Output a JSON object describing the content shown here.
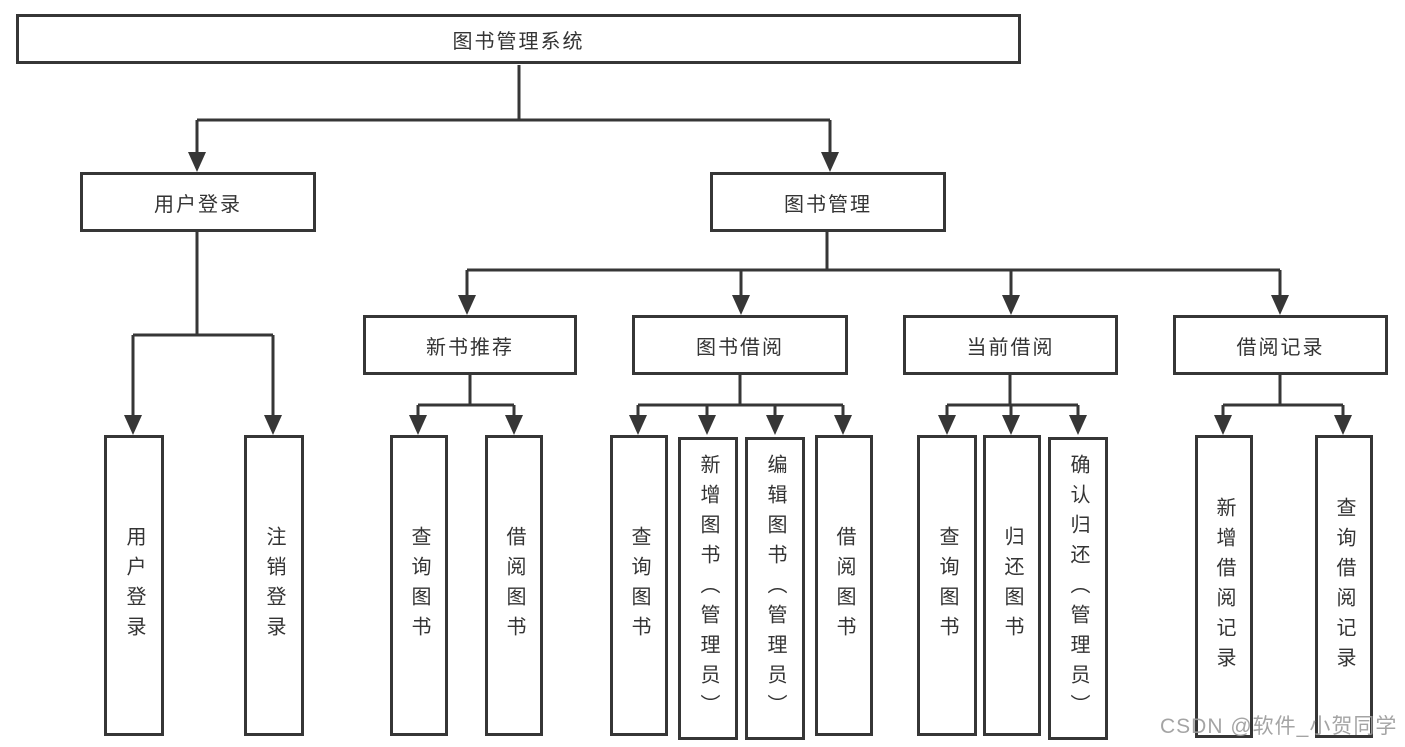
{
  "tree": {
    "label": "图书管理系统",
    "children": [
      {
        "label": "用户登录",
        "children": [
          {
            "label": "用户登录"
          },
          {
            "label": "注销登录"
          }
        ]
      },
      {
        "label": "图书管理",
        "children": [
          {
            "label": "新书推荐",
            "children": [
              {
                "label": "查询图书"
              },
              {
                "label": "借阅图书"
              }
            ]
          },
          {
            "label": "图书借阅",
            "children": [
              {
                "label": "查询图书"
              },
              {
                "label": "新增图书（管理员）"
              },
              {
                "label": "编辑图书（管理员）"
              },
              {
                "label": "借阅图书"
              }
            ]
          },
          {
            "label": "当前借阅",
            "children": [
              {
                "label": "查询图书"
              },
              {
                "label": "归还图书"
              },
              {
                "label": "确认归还（管理员）"
              }
            ]
          },
          {
            "label": "借阅记录",
            "children": [
              {
                "label": "新增借阅记录"
              },
              {
                "label": "查询借阅记录"
              }
            ]
          }
        ]
      }
    ]
  },
  "watermark": {
    "text": "CSDN @软件_小贺同学"
  },
  "colors": {
    "line": "#363636",
    "box_border": "#363636",
    "box_background": "#ffffff",
    "text": "#343434",
    "watermark": "#9b9b9b",
    "page_background": "#ffffff"
  }
}
